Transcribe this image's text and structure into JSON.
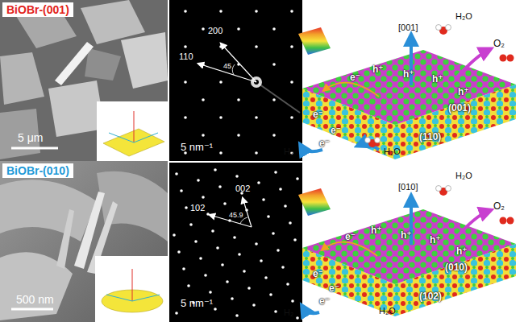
{
  "diagram": {
    "nodes": [
      {
        "text": [
          "BiOBr-(001)"
        ]
      },
      {
        "text": [
          "BiOBr-(010)"
        ]
      }
    ],
    "labels": [
      "5 μm",
      "110",
      "200",
      "45",
      "5 nm⁻¹",
      "[001]",
      "H₂O",
      "O₂",
      "h⁺",
      "h⁺",
      "h⁺",
      "h⁺",
      "e⁻",
      "e⁻",
      "e⁻",
      "e⁻",
      "(001)",
      "(110)",
      "H₂",
      "H₂O",
      "500 nm",
      "102",
      "002",
      "45.9",
      "5 nm⁻¹",
      "[010]",
      "H₂O",
      "O₂",
      "h⁺",
      "h⁺",
      "h⁺",
      "h⁺",
      "e⁻",
      "e⁻",
      "e⁻",
      "e⁻",
      "(010)",
      "(102)",
      "H₂",
      "H₂O"
    ]
  }
}
